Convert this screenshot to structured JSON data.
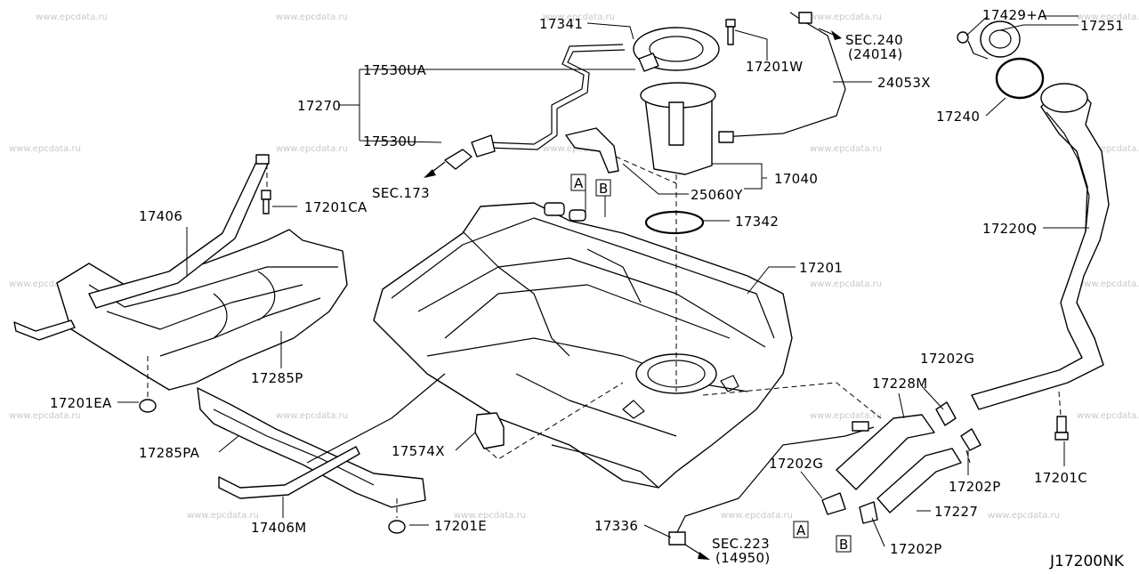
{
  "diagram": {
    "code": "J17200NK",
    "watermark": "www.epcdata.ru",
    "labels": {
      "p17341": "17341",
      "p17201W": "17201W",
      "sec240": "SEC.240",
      "sec240sub": "(24014)",
      "p17429A": "17429+A",
      "p17251": "17251",
      "p17530UA": "17530UA",
      "p24053X": "24053X",
      "p17270": "17270",
      "p17240": "17240",
      "p17530U": "17530U",
      "sec173": "SEC.173",
      "p17040": "17040",
      "p25060Y": "25060Y",
      "p17201CA": "17201CA",
      "p17342": "17342",
      "p17406": "17406",
      "p17220Q": "17220Q",
      "p17201": "17201",
      "p17285P": "17285P",
      "p17202G_a": "17202G",
      "p17228M": "17228M",
      "p17201EA": "17201EA",
      "p17574X": "17574X",
      "p17285PA": "17285PA",
      "p17202G_b": "17202G",
      "p17202P_a": "17202P",
      "p17201C": "17201C",
      "p17227": "17227",
      "p17406M": "17406M",
      "p17201E": "17201E",
      "p17336": "17336",
      "sec223": "SEC.223",
      "sec223sub": "(14950)",
      "p17202P_b": "17202P"
    },
    "callouts": {
      "a_top": "A",
      "b_top": "B",
      "a_bottom": "A",
      "b_bottom": "B"
    }
  }
}
